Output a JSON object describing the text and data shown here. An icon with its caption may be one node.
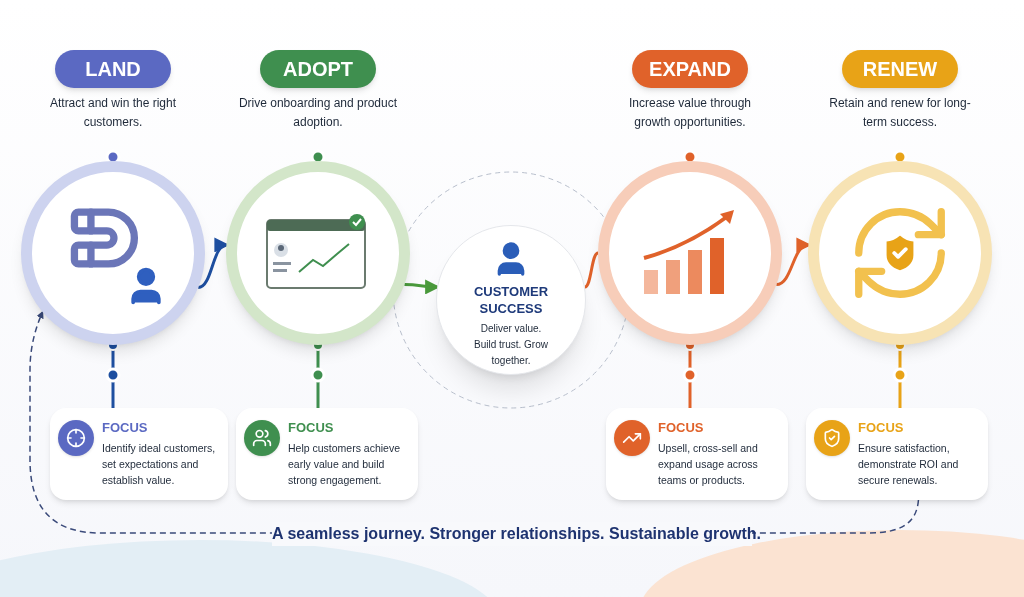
{
  "diagram": {
    "nodes": [
      {
        "text": [
          "LAND"
        ],
        "beside": [
          "Attract and win the right customers."
        ]
      },
      {
        "text": [
          "ADOPT"
        ],
        "beside": [
          "Drive onboarding and product adoption."
        ]
      },
      {
        "text": [
          "EXPAND"
        ],
        "beside": [
          "Increase value through growth opportunities."
        ]
      },
      {
        "text": [
          "RENEW"
        ],
        "beside": [
          "Retain and renew for long-term success."
        ]
      },
      {
        "text": [],
        "shape": "circle"
      },
      {
        "text": [],
        "shape": "circle"
      },
      {
        "text": [
          "CUSTOMER SUCCESS",
          "Deliver value. Build trust. Grow together."
        ]
      },
      {
        "text": [],
        "shape": "circle"
      },
      {
        "text": [],
        "shape": "circle"
      },
      {
        "text": [
          "FOCUS",
          "Identify ideal customers, set expectations and establish value."
        ]
      },
      {
        "text": [
          "FOCUS",
          "Help customers achieve early value and build strong engagement."
        ]
      },
      {
        "text": [
          "FOCUS",
          "Upsell, cross-sell and expand usage across teams or products."
        ]
      },
      {
        "text": [
          "FOCUS",
          "Ensure satisfaction, demonstrate ROI and secure renewals."
        ]
      }
    ],
    "edges": [
      {
        "from": 4,
        "to": 5,
        "arrow": "to",
        "color": "#1e4fa0"
      },
      {
        "from": 5,
        "to": 6,
        "arrow": "to",
        "color": "#4a9a3c"
      },
      {
        "from": 6,
        "to": 7,
        "arrow": "none",
        "color": "#e0622a"
      },
      {
        "from": 7,
        "to": 8,
        "arrow": "to",
        "color": "#e0622a"
      },
      {
        "from": 4,
        "to": 9,
        "arrow": "other",
        "color": "#1e4fa0"
      },
      {
        "from": 5,
        "to": 10,
        "arrow": "other",
        "color": "#3f8f4f"
      },
      {
        "from": 7,
        "to": 11,
        "arrow": "other",
        "color": "#e0622a"
      },
      {
        "from": 8,
        "to": 12,
        "arrow": "other",
        "color": "#e8a317"
      },
      {
        "from": 12,
        "to": 4,
        "arrow": "to",
        "style": "dashed",
        "color": "#3a4a7a",
        "label": "A seamless journey. Stronger relationships. Sustainable growth."
      }
    ]
  }
}
